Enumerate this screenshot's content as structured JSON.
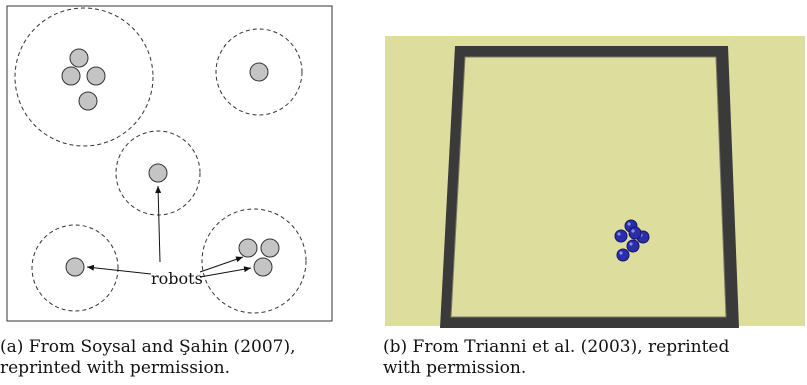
{
  "figure_a": {
    "callout_label": "robots",
    "caption_line1": "(a) From Soysal and Şahin (2007),",
    "caption_line2": "reprinted with permission."
  },
  "figure_b": {
    "caption_line1": "(b) From Trianni et al. (2003), reprinted",
    "caption_line2": "with permission."
  },
  "colors": {
    "robot_fill_a": "#c4c4c4",
    "arena_floor_b": "#dddd9e",
    "arena_wall_b": "#3a3a3a",
    "robot_fill_b": "#2a2ea8"
  }
}
